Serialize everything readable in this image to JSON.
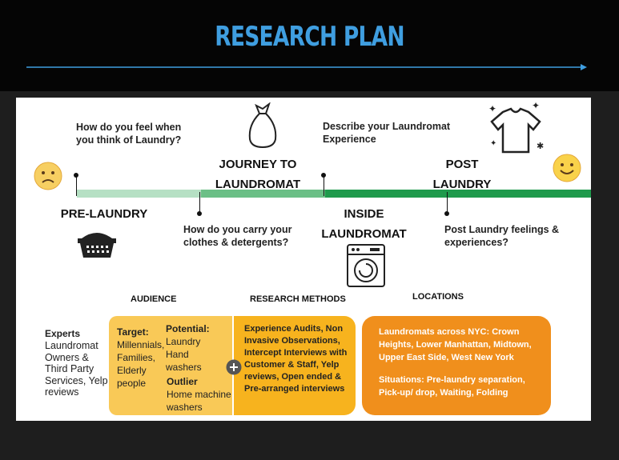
{
  "header": {
    "title": "RESEARCH PLAN"
  },
  "journey": {
    "q1": "How do you feel when you think of Laundry?",
    "q2": "How do you carry your clothes & detergents?",
    "q3": "Describe your Laundromat Experience",
    "q4": "Post Laundry feelings & experiences?",
    "stage1": "PRE-LAUNDRY",
    "stage2": "JOURNEY TO LAUNDROMAT",
    "stage3": "INSIDE LAUNDROMAT",
    "stage4": "POST LAUNDRY"
  },
  "sections": {
    "audience": "AUDIENCE",
    "methods": "RESEARCH METHODS",
    "locations": "LOCATIONS"
  },
  "audience": {
    "experts_title": "Experts",
    "experts_body": "Laundromat Owners & Third Party Services, Yelp reviews",
    "target_title": "Target:",
    "target_body": "Millennials, Families, Elderly people",
    "potential_title": "Potential:",
    "potential_body": "Laundry Hand washers",
    "outlier_title": "Outlier",
    "outlier_body": "Home machine washers"
  },
  "methods": {
    "body": "Experience Audits, Non Invasive Observations, Intercept Interviews with Customer & Staff, Yelp reviews, Open ended & Pre-arranged interviews"
  },
  "locations": {
    "body1": "Laundromats across NYC: Crown Heights, Lower Manhattan, Midtown, Upper East Side, West New York",
    "body2": "Situations: Pre-laundry separation, Pick-up/ drop, Waiting, Folding"
  },
  "colors": {
    "title": "#3f9ee0",
    "band_light": "#b6e0c4",
    "band_mid": "#6bbf86",
    "band_dark": "#1f9a4c",
    "box_audience": "#f9c957",
    "box_methods": "#f7b31e",
    "box_locations": "#f08f1c"
  },
  "icons": [
    "sad-face-icon",
    "smiley-face-icon",
    "laundry-bag-icon",
    "t-shirt-icon",
    "laundry-basket-icon",
    "washing-machine-icon",
    "plus-icon"
  ]
}
